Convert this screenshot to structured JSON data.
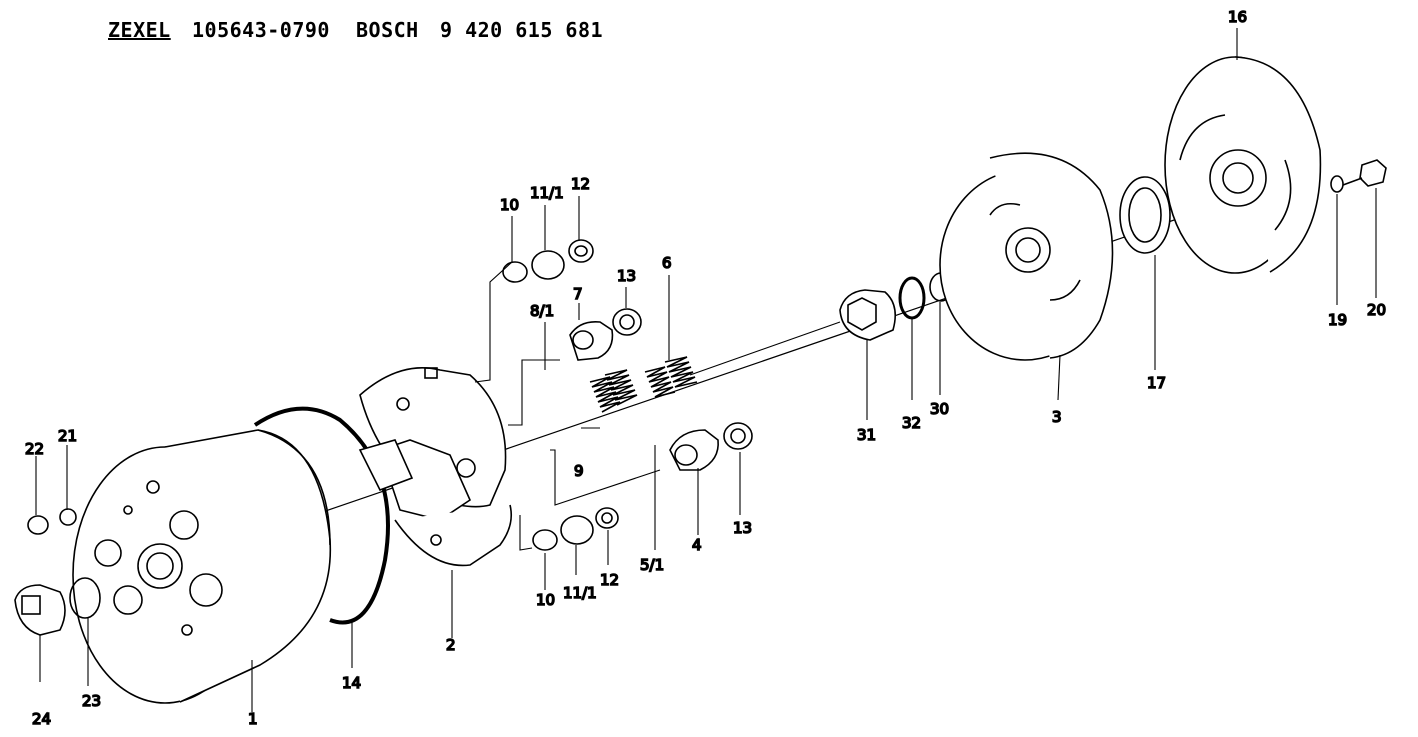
{
  "header": {
    "zexel_label": "ZEXEL",
    "zexel_number": "105643-0790",
    "bosch_label": "BOSCH",
    "bosch_number": "9 420 615 681"
  },
  "part_labels": {
    "p1": "1",
    "p2": "2",
    "p3": "3",
    "p4": "4",
    "p5_1": "5/1",
    "p6": "6",
    "p7": "7",
    "p8_1": "8/1",
    "p9": "9",
    "p10_top": "10",
    "p10_bot": "10",
    "p11_1_top": "11/1",
    "p11_1_bot": "11/1",
    "p12_top": "12",
    "p12_bot": "12",
    "p13_top": "13",
    "p13_bot": "13",
    "p14": "14",
    "p16": "16",
    "p17": "17",
    "p19": "19",
    "p20": "20",
    "p21": "21",
    "p22": "22",
    "p23": "23",
    "p24": "24",
    "p30": "30",
    "p31": "31",
    "p32": "32"
  }
}
